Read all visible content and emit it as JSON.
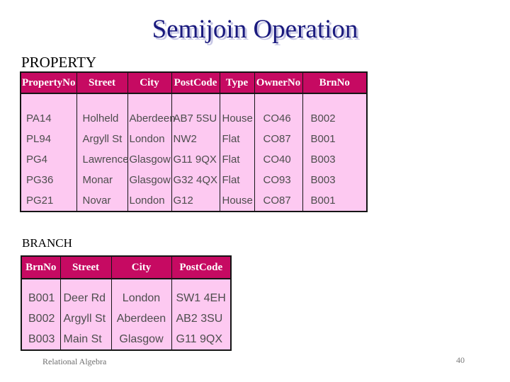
{
  "slide": {
    "title": "Semijoin Operation",
    "footer_left": "Relational Algebra",
    "page_number": "40"
  },
  "colors": {
    "header_bg": "#C60A62",
    "body_bg": "#FDC9F1",
    "title_color": "#1A1A7E",
    "title_shadow": "#C6C6E4",
    "body_text": "#4D4D4D"
  },
  "property_table": {
    "label": "PROPERTY",
    "columns": [
      "PropertyNo",
      "Street",
      "City",
      "PostCode",
      "Type",
      "OwnerNo",
      "BrnNo"
    ],
    "rows": [
      [
        "PA14",
        "Holheld",
        "Aberdeen",
        "AB7 5SU",
        "House",
        "CO46",
        "B002"
      ],
      [
        "PL94",
        "Argyll St",
        "London",
        "NW2",
        "Flat",
        "CO87",
        "B001"
      ],
      [
        "PG4",
        "Lawrence",
        "Glasgow",
        "G11 9QX",
        "Flat",
        "CO40",
        "B003"
      ],
      [
        "PG36",
        "Monar",
        "Glasgow",
        "G32 4QX",
        "Flat",
        "CO93",
        "B003"
      ],
      [
        "PG21",
        "Novar",
        "London",
        "G12",
        "House",
        "CO87",
        "B001"
      ]
    ]
  },
  "branch_table": {
    "label": "BRANCH",
    "columns": [
      "BrnNo",
      "Street",
      "City",
      "PostCode"
    ],
    "rows": [
      [
        "B001",
        "Deer Rd",
        "London",
        "SW1 4EH"
      ],
      [
        "B002",
        "Argyll St",
        "Aberdeen",
        "AB2 3SU"
      ],
      [
        "B003",
        "Main St",
        "Glasgow",
        "G11 9QX"
      ]
    ]
  }
}
